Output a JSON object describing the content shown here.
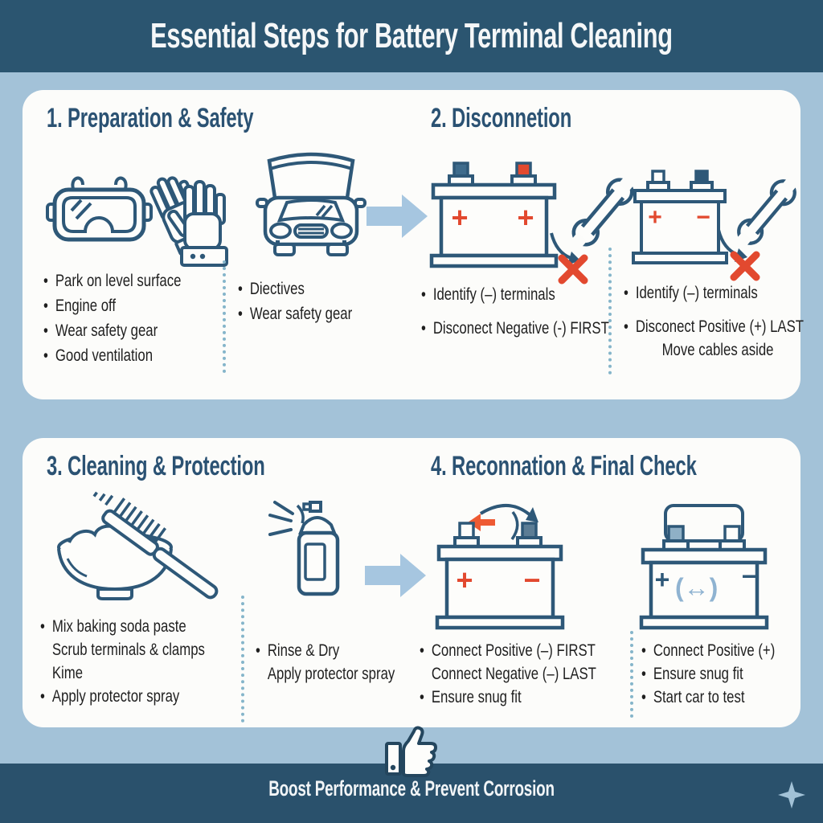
{
  "title": "Essential Steps for Battery Terminal Cleaning",
  "colors": {
    "header_bg": "#2b5570",
    "page_bg": "#a3c2d8",
    "panel_bg": "#fcfcfa",
    "heading_text": "#2b5273",
    "body_text": "#1f1f1f",
    "icon_stroke": "#2e5878",
    "accent_red": "#e2492f",
    "accent_orange": "#ee5a33",
    "flow_arrow_blue": "#a6c6e0",
    "divider_dotted": "#85b5ca",
    "footer_bg": "#2a516c"
  },
  "sections": [
    {
      "heading": "1. Preparation & Safety",
      "icons": [
        "safety-goggles",
        "work-gloves",
        "car-open-hood"
      ],
      "columns": [
        {
          "items": [
            {
              "m": "•",
              "t": "Park on level surface"
            },
            {
              "m": "•",
              "t": "Engine off"
            },
            {
              "m": "•",
              "t": "Wear safety gear"
            },
            {
              "m": "•",
              "t": "Good ventilation"
            }
          ]
        },
        {
          "items": [
            {
              "m": "•",
              "t": "Diectives"
            },
            {
              "m": "•",
              "t": "Wear safety gear"
            }
          ]
        }
      ]
    },
    {
      "heading": "2. Disconnetion",
      "battery_left": {
        "left": "+",
        "right": "+"
      },
      "battery_right": {
        "left": "+",
        "right": "−"
      },
      "columns": [
        {
          "items": [
            {
              "m": "•",
              "t": "Identify (–) terminals"
            },
            {
              "m": "•",
              "t": "Disconect Negative (-) FIRST"
            }
          ]
        },
        {
          "items": [
            {
              "m": "•",
              "t": "Identify (–) terminals"
            },
            {
              "m": "•",
              "t": "Disconect Positive (+) LAST"
            },
            {
              "m": "",
              "t": "Move cables aside"
            }
          ]
        }
      ]
    },
    {
      "heading": "3. Cleaning & Protection",
      "icons": [
        "baking-soda-bowl-brush",
        "protector-spray-can"
      ],
      "columns": [
        {
          "items": [
            {
              "m": "•",
              "t": "Mix baking soda paste"
            },
            {
              "m": "",
              "t": "Scrub terminals & clamps"
            },
            {
              "m": "",
              "t": "Kime"
            },
            {
              "m": "•",
              "t": "Apply protector spray"
            }
          ]
        },
        {
          "items": [
            {
              "m": "•",
              "t": "Rinse & Dry"
            },
            {
              "m": "",
              "t": "Apply protector spray"
            }
          ]
        }
      ]
    },
    {
      "heading": "4. Reconnation & Final Check",
      "battery_left": {
        "left": "+",
        "right": "−"
      },
      "battery_right": {
        "left": "+",
        "paren_open": "(",
        "arrow": "↔",
        "paren_close": ")",
        "right": "−"
      },
      "columns": [
        {
          "items": [
            {
              "m": "•",
              "t": "Connect Positive (–) FIRST"
            },
            {
              "m": "",
              "t": "Connect Negative (–) LAST"
            },
            {
              "m": "•",
              "t": "Ensure snug fit"
            }
          ]
        },
        {
          "items": [
            {
              "m": "•",
              "t": "Connect Positive (+)"
            },
            {
              "m": "•",
              "t": "Ensure snug fit"
            },
            {
              "m": "•",
              "t": "Start car to test"
            }
          ]
        }
      ]
    }
  ],
  "footer": {
    "tagline": "Boost Performance & Prevent Corrosion",
    "icons": [
      "thumbs-up",
      "sparkle"
    ]
  }
}
